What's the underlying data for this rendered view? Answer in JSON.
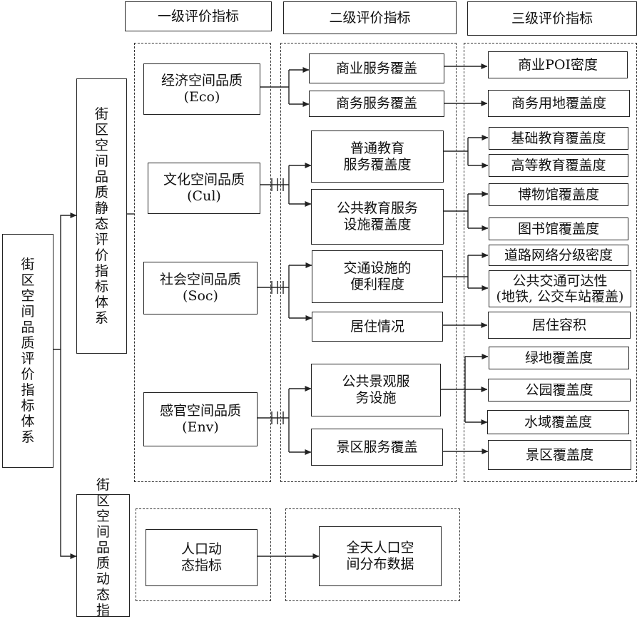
{
  "headers": {
    "level1": "一级评价指标",
    "level2": "二级评价指标",
    "level3": "三级评价指标"
  },
  "root": "街\n区\n空\n间\n品\n质\n评\n价\n指\n标\n体\n系",
  "static_system": "街\n区\n空\n间\n品\n质\n静\n态\n评\n价\n指\n标\n体\n系",
  "dynamic_system": "街\n区\n空\n间\n品\n质\n动\n态\n指\n标",
  "level1": {
    "eco": "经济空间品质\n(Eco)",
    "cul": "文化空间品质\n(Cul)",
    "soc": "社会空间品质\n(Soc)",
    "env": "感官空间品质\n(Env)",
    "pop": "人口动\n态指标"
  },
  "level2": {
    "commercial": "商业服务覆盖",
    "business": "商务服务覆盖",
    "general_edu": "普通教育\n服务覆盖度",
    "public_edu": "公共教育服务\n设施覆盖度",
    "traffic": "交通设施的\n便利程度",
    "residence": "居住情况",
    "landscape": "公共景观服\n务设施",
    "scenic": "景区服务覆盖",
    "pop_data": "全天人口空\n间分布数据"
  },
  "level3": {
    "poi": "商业POI密度",
    "business_land": "商务用地覆盖度",
    "basic_edu": "基础教育覆盖度",
    "higher_edu": "高等教育覆盖度",
    "museum": "博物馆覆盖度",
    "library": "图书馆覆盖度",
    "road": "道路网络分级密度",
    "transit": "公共交通可达性\n(地铁, 公交车站覆盖)",
    "far": "居住容积",
    "green": "绿地覆盖度",
    "park": "公园覆盖度",
    "water": "水域覆盖度",
    "scenic_cov": "景区覆盖度"
  }
}
